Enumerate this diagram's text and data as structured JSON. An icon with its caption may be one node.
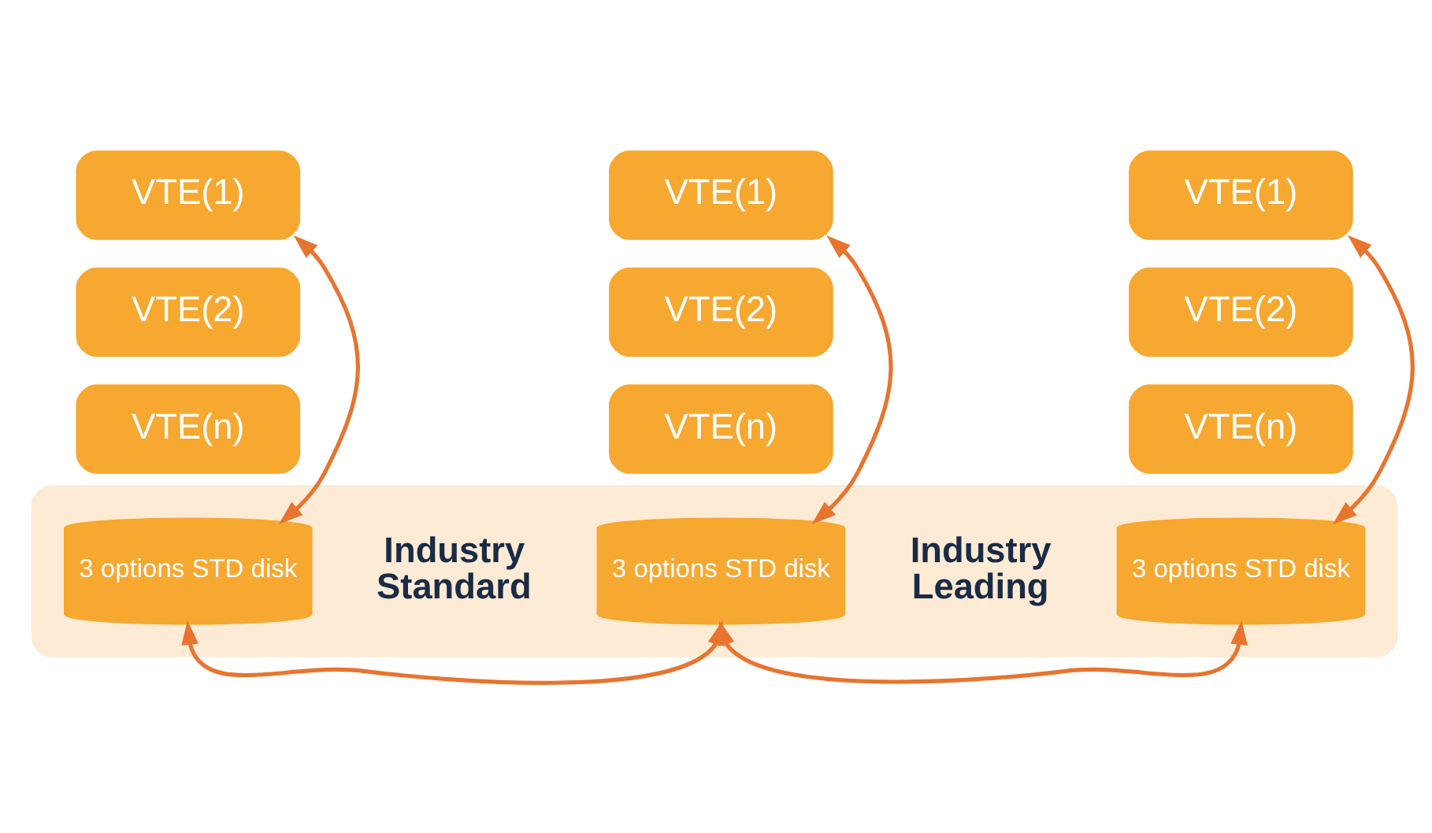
{
  "diagram": {
    "nodes": [
      {
        "text": [],
        "shape": "box"
      },
      {
        "text": [
          "VTE(1)"
        ]
      },
      {
        "text": [
          "VTE(2)"
        ]
      },
      {
        "text": [
          "VTE(n)"
        ]
      },
      {
        "text": [
          "VTE(1)"
        ]
      },
      {
        "text": [
          "VTE(2)"
        ]
      },
      {
        "text": [
          "VTE(n)"
        ]
      },
      {
        "text": [
          "VTE(1)"
        ]
      },
      {
        "text": [
          "VTE(2)"
        ]
      },
      {
        "text": [
          "VTE(n)"
        ]
      },
      {
        "text": [
          "3 options STD disk"
        ],
        "in": 0
      },
      {
        "text": [
          "3 options STD disk"
        ],
        "in": 0
      },
      {
        "text": [
          "3 options STD disk"
        ],
        "in": 0
      }
    ],
    "edges": [
      {
        "from": 1,
        "to": 10,
        "arrow": "both"
      },
      {
        "from": 4,
        "to": 11,
        "arrow": "both"
      },
      {
        "from": 7,
        "to": 12,
        "arrow": "both"
      },
      {
        "from": 11,
        "to": 10,
        "arrow": "both"
      },
      {
        "from": 11,
        "to": 12,
        "arrow": "both"
      }
    ],
    "labels": [
      "Industry Standard",
      "Industry Leading"
    ]
  }
}
